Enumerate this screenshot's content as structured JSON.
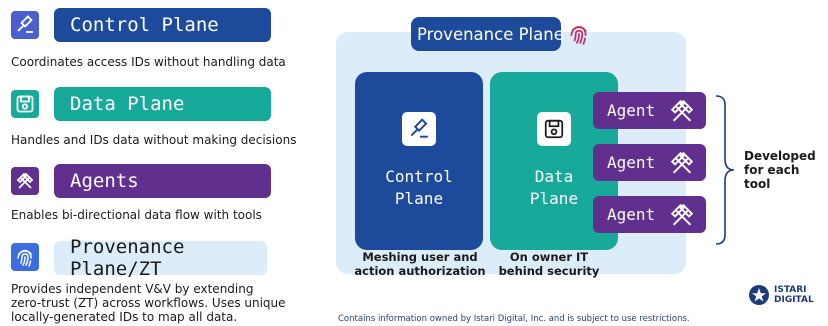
{
  "legend": [
    {
      "title": "Control Plane",
      "description": "Coordinates access IDs without handling data",
      "icon": "gavel-icon",
      "color": "#1d4a9a"
    },
    {
      "title": "Data Plane",
      "description": "Handles and IDs data without making decisions",
      "icon": "floppy-disk-icon",
      "color": "#17a99a"
    },
    {
      "title": "Agents",
      "description": "Enables bi-directional data flow with tools",
      "icon": "crossed-hammers-icon",
      "color": "#612f8d"
    },
    {
      "title": "Provenance Plane/ZT",
      "description_lines": [
        "Provides independent V&V by extending",
        "zero-trust (ZT) across workflows. Uses unique",
        "locally-generated IDs to map all data."
      ],
      "icon": "fingerprint-icon",
      "color": "#dcecf8"
    }
  ],
  "diagram": {
    "provenance_title": "Provenance Plane",
    "control_plane": {
      "name_line1": "Control",
      "name_line2": "Plane",
      "footer_line1": "Meshing user and",
      "footer_line2": "action authorization"
    },
    "data_plane": {
      "name_line1": "Data",
      "name_line2": "Plane",
      "footer_line1": "On owner IT",
      "footer_line2": "behind security"
    },
    "agents": [
      "Agent",
      "Agent",
      "Agent"
    ],
    "developed_line1": "Developed",
    "developed_line2": "for each tool"
  },
  "footer": "Contains information owned by Istari Digital, Inc. and is subject to use restrictions.",
  "logo": {
    "line1": "ISTARI",
    "line2": "DIGITAL"
  }
}
